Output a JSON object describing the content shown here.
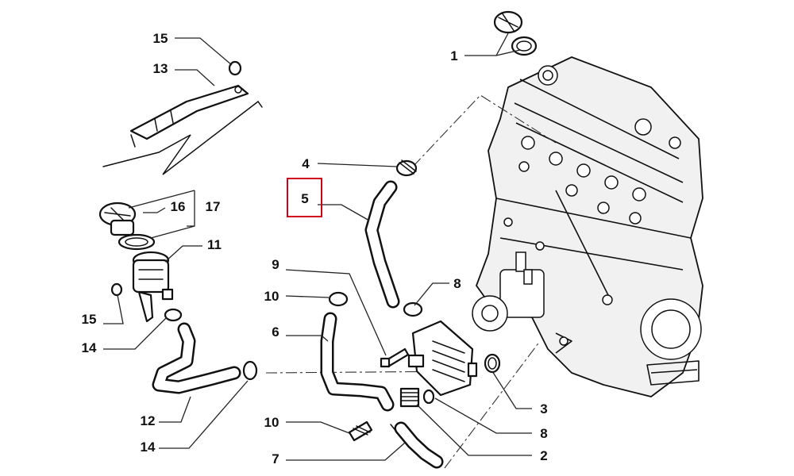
{
  "diagram": {
    "callouts": [
      {
        "id": "c1",
        "number": "1"
      },
      {
        "id": "c2",
        "number": "2"
      },
      {
        "id": "c3",
        "number": "3"
      },
      {
        "id": "c4",
        "number": "4"
      },
      {
        "id": "c5",
        "number": "5"
      },
      {
        "id": "c6",
        "number": "6"
      },
      {
        "id": "c7",
        "number": "7"
      },
      {
        "id": "c8a",
        "number": "8"
      },
      {
        "id": "c8b",
        "number": "8"
      },
      {
        "id": "c9",
        "number": "9"
      },
      {
        "id": "c10a",
        "number": "10"
      },
      {
        "id": "c10b",
        "number": "10"
      },
      {
        "id": "c11",
        "number": "11"
      },
      {
        "id": "c12",
        "number": "12"
      },
      {
        "id": "c13",
        "number": "13"
      },
      {
        "id": "c14a",
        "number": "14"
      },
      {
        "id": "c14b",
        "number": "14"
      },
      {
        "id": "c15a",
        "number": "15"
      },
      {
        "id": "c15b",
        "number": "15"
      },
      {
        "id": "c16",
        "number": "16"
      },
      {
        "id": "c17",
        "number": "17"
      }
    ],
    "highlighted_callout": "5",
    "colors": {
      "highlight": "#d0021b",
      "ink": "#111111",
      "background": "#ffffff"
    }
  }
}
